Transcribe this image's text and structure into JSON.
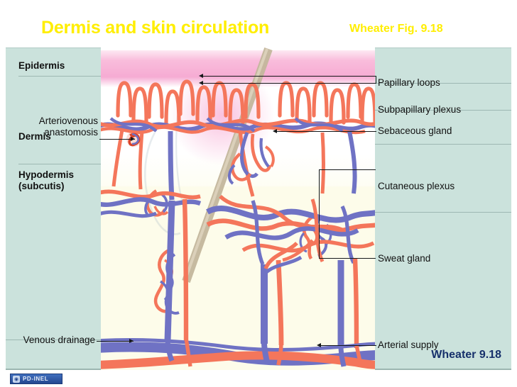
{
  "slide": {
    "title": "Dermis and skin circulation",
    "citation_top": "Wheater Fig. 9.18",
    "citation_bottom": "Wheater 9.18",
    "background_color": "#ffffff",
    "title_color": "#ffee00"
  },
  "figure": {
    "panel_background": "#cbe2dc",
    "illustration_background": "#fdfcea",
    "epidermis_color": "#f6abd3",
    "artery_color": "#f4765b",
    "vein_color": "#6f72c4",
    "hair_shaft_color": "#c3b69c",
    "left_labels": [
      {
        "id": "epidermis",
        "text": "Epidermis"
      },
      {
        "id": "dermis",
        "text": "Dermis"
      },
      {
        "id": "arteriovenous-anastomosis",
        "text": "Arteriovenous\nanastomosis"
      },
      {
        "id": "hypodermis",
        "text": "Hypodermis\n(subcutis)"
      },
      {
        "id": "venous-drainage",
        "text": "Venous drainage"
      }
    ],
    "right_labels": [
      {
        "id": "papillary-loops",
        "text": "Papillary loops"
      },
      {
        "id": "subpapillary-plexus",
        "text": "Subpapillary plexus"
      },
      {
        "id": "sebaceous-gland",
        "text": "Sebaceous gland"
      },
      {
        "id": "cutaneous-plexus",
        "text": "Cutaneous plexus"
      },
      {
        "id": "sweat-gland",
        "text": "Sweat gland"
      },
      {
        "id": "arterial-supply",
        "text": "Arterial supply"
      }
    ]
  },
  "watermark": {
    "text": "PD-INEL",
    "icon": "disc-icon",
    "color": "#24478f"
  }
}
